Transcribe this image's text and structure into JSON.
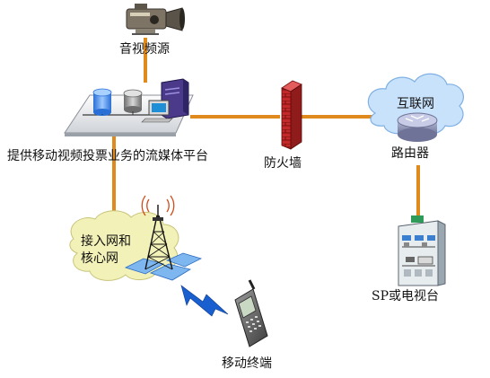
{
  "diagram": {
    "nodes": {
      "av_source": {
        "label": "音视频源",
        "icon": "video-camera-icon"
      },
      "platform": {
        "label": "提供移动视频投票业务的流媒体平台",
        "icon": "server-cluster-icon"
      },
      "firewall": {
        "label": "防火墙",
        "icon": "brick-wall-icon"
      },
      "internet": {
        "label": "互联网",
        "icon": "cloud-icon"
      },
      "router": {
        "label": "路由器",
        "icon": "router-icon"
      },
      "access_core": {
        "label_line1": "接入网和",
        "label_line2": "核心网",
        "icon": "cell-tower-icon"
      },
      "sp_tv": {
        "label": "SP或电视台",
        "icon": "office-building-icon"
      },
      "mobile": {
        "label": "移动终端",
        "icon": "mobile-phone-icon"
      }
    },
    "links": [
      {
        "from": "av_source",
        "to": "platform",
        "style": "orange-line"
      },
      {
        "from": "platform",
        "to": "firewall",
        "style": "orange-line"
      },
      {
        "from": "firewall",
        "to": "router",
        "style": "orange-line"
      },
      {
        "from": "router",
        "to": "sp_tv",
        "style": "orange-line"
      },
      {
        "from": "platform",
        "to": "access_core",
        "style": "orange-line"
      },
      {
        "from": "access_core",
        "to": "mobile",
        "style": "wireless-bolt"
      }
    ],
    "colors": {
      "link": "#e08a1e",
      "wireless": "#1a5fd0",
      "cloud": "#f2f1b8",
      "internet_cloud": "#c9e2fb",
      "firewall": "#c22a2a"
    }
  }
}
